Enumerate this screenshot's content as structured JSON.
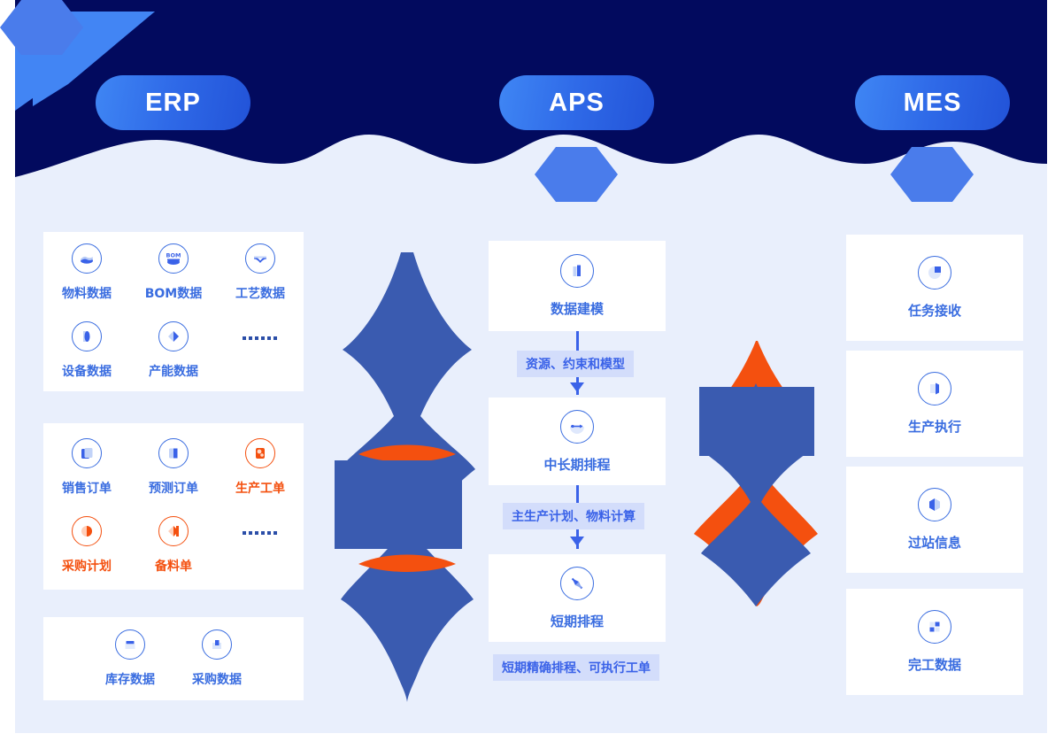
{
  "theme": {
    "page_bg": "#e9effc",
    "banner_bg": "#020a5e",
    "banner_accent": "#4285f4",
    "pill_gradient_from": "#3f86f4",
    "pill_gradient_to": "#2253d8",
    "card_bg": "#ffffff",
    "blue_text": "#3a6de0",
    "orange_text": "#f4500f",
    "tag_bg": "#d3ddfb",
    "tag_text": "#3a62e8",
    "blob_blue": "#3a5bb0",
    "blob_orange": "#f4500f"
  },
  "header": {
    "pills": [
      {
        "id": "erp",
        "label": "ERP"
      },
      {
        "id": "aps",
        "label": "APS"
      },
      {
        "id": "mes",
        "label": "MES"
      }
    ]
  },
  "erp": {
    "cards": [
      {
        "id": "master-data",
        "items": [
          {
            "label": "物料数据",
            "icon": "material-data-icon",
            "color": "blue"
          },
          {
            "label": "BOM数据",
            "icon": "bom-data-icon",
            "color": "blue"
          },
          {
            "label": "工艺数据",
            "icon": "process-data-icon",
            "color": "blue"
          },
          {
            "label": "设备数据",
            "icon": "equipment-data-icon",
            "color": "blue"
          },
          {
            "label": "产能数据",
            "icon": "capacity-data-icon",
            "color": "blue"
          },
          {
            "label": "……",
            "icon": "ellipsis-icon",
            "color": "blue"
          }
        ]
      },
      {
        "id": "orders",
        "items": [
          {
            "label": "销售订单",
            "icon": "sales-order-icon",
            "color": "blue"
          },
          {
            "label": "预测订单",
            "icon": "forecast-order-icon",
            "color": "blue"
          },
          {
            "label": "生产工单",
            "icon": "production-order-icon",
            "color": "orange"
          },
          {
            "label": "采购计划",
            "icon": "purchase-plan-icon",
            "color": "orange"
          },
          {
            "label": "备料单",
            "icon": "material-prep-icon",
            "color": "orange"
          },
          {
            "label": "……",
            "icon": "ellipsis-icon",
            "color": "blue"
          }
        ]
      },
      {
        "id": "inventory",
        "items": [
          {
            "label": "库存数据",
            "icon": "inventory-data-icon",
            "color": "blue"
          },
          {
            "label": "采购数据",
            "icon": "purchase-data-icon",
            "color": "blue"
          }
        ]
      }
    ]
  },
  "aps": {
    "steps": [
      {
        "id": "data-modeling",
        "label": "数据建模",
        "icon": "bar-chart-icon"
      },
      {
        "id": "mid-long-term",
        "label": "中长期排程",
        "icon": "timeline-icon"
      },
      {
        "id": "short-term",
        "label": "短期排程",
        "icon": "compass-icon"
      }
    ],
    "tags": [
      {
        "id": "tag-resources",
        "label": "资源、约束和模型"
      },
      {
        "id": "tag-mps",
        "label": "主生产计划、物料计算"
      },
      {
        "id": "tag-output",
        "label": "短期精确排程、可执行工单"
      }
    ]
  },
  "mes": {
    "cards": [
      {
        "id": "task-receive",
        "label": "任务接收",
        "icon": "task-receive-icon"
      },
      {
        "id": "production-exec",
        "label": "生产执行",
        "icon": "production-exec-icon"
      },
      {
        "id": "station-info",
        "label": "过站信息",
        "icon": "station-info-icon"
      },
      {
        "id": "completion-data",
        "label": "完工数据",
        "icon": "completion-data-icon"
      }
    ]
  },
  "flow_arrows": [
    {
      "id": "erp-to-aps",
      "direction": "right"
    },
    {
      "id": "aps-to-mes",
      "direction": "right"
    }
  ]
}
